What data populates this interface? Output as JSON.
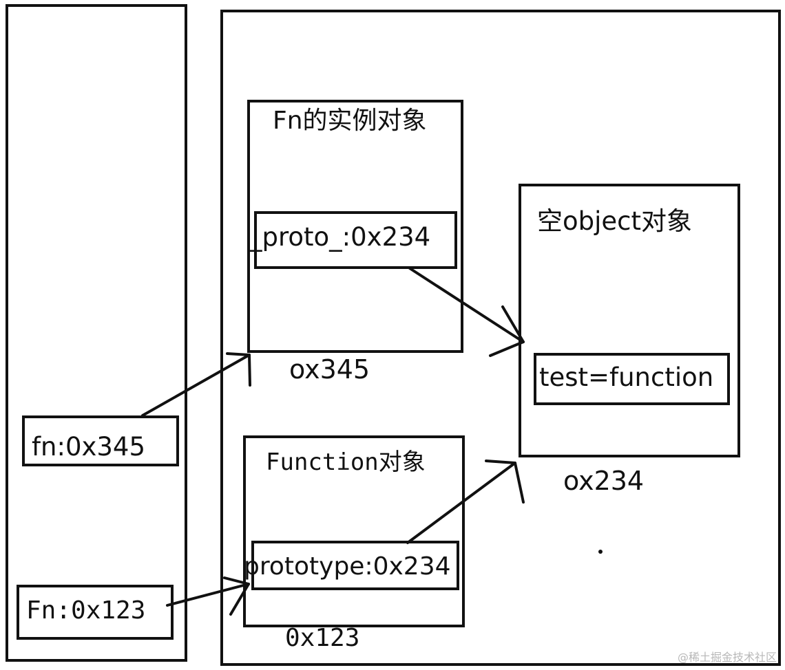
{
  "diagram": {
    "stack": {
      "fn_var": "fn:0x345",
      "Fn_var": "Fn:0x123"
    },
    "heap": {
      "instance": {
        "title": "Fn的实例对象",
        "proto_field": "_proto_:0x234",
        "address": "ox345"
      },
      "function_obj": {
        "title": "Function对象",
        "prototype_field": "prototype:0x234",
        "address": "0x123"
      },
      "empty_obj": {
        "title": "空object对象",
        "test_field": "test=function",
        "address": "ox234"
      }
    },
    "watermark": "@稀土掘金技术社区"
  }
}
